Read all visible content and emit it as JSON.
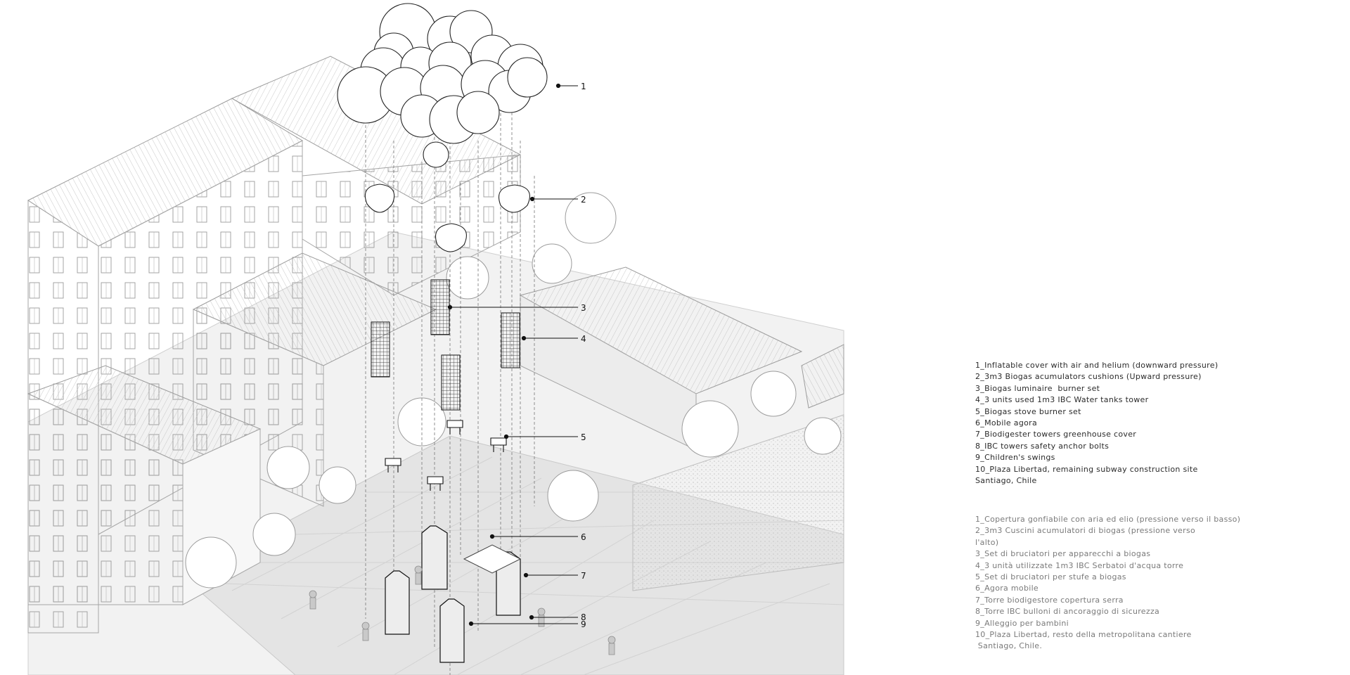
{
  "callouts": [
    "1",
    "2",
    "3",
    "4",
    "5",
    "6",
    "7",
    "8",
    "9"
  ],
  "legend_en": [
    "1_Inflatable cover with air and helium (downward pressure)",
    "2_3m3 Biogas acumulators cushions (Upward pressure)",
    "3_Biogas luminaire  burner set",
    "4_3 units used 1m3 IBC Water tanks tower",
    "5_Biogas stove burner set",
    "6_Mobile agora",
    "7_Biodigester towers greenhouse cover",
    "8_IBC towers safety anchor bolts",
    "9_Children's swings",
    "10_Plaza Libertad, remaining subway construction site",
    "Santiago, Chile"
  ],
  "legend_it": [
    "1_Copertura gonfiabile con aria ed elio (pressione verso il basso)",
    "2_3m3 Cuscini acumulatori di biogas (pressione verso",
    "l'alto)",
    "3_Set di bruciatori per apparecchi a biogas",
    "4_3 unità utilizzate 1m3 IBC Serbatoi d'acqua torre",
    "5_Set di bruciatori per stufe a biogas",
    "6_Agora mobile",
    "7_Torre biodigestore copertura serra",
    "8_Torre IBC bulloni di ancoraggio di sicurezza",
    "9_Alleggio per bambini",
    "10_Plaza Libertad, resto della metropolitana cantiere",
    " Santiago, Chile."
  ]
}
